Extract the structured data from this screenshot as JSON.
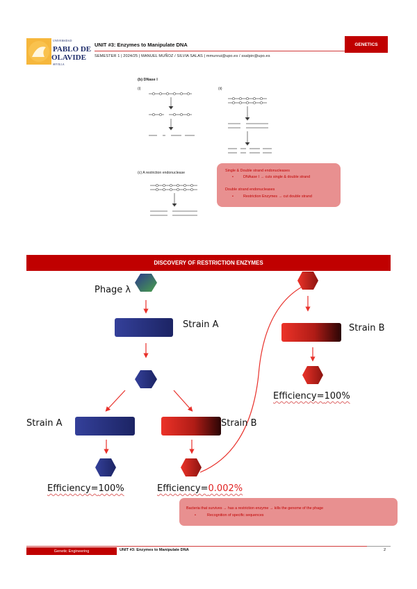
{
  "header": {
    "logo_text": [
      "UNIVERSIDAD",
      "PABLO DE",
      "OLAVIDE",
      "SEVILLA"
    ],
    "unit_title": "UNIT #3: Enzymes to Manipulate DNA",
    "subtitle": "SEMESTER 1 | 2024/25 | MANUEL MUÑOZ / SILVIA SALAS | mmunrui@upo.es / ssalpin@upo.es",
    "badge": "GENETICS"
  },
  "figure": {
    "panel_b_title": "(b) DNase I",
    "panel_b_i": "(i)",
    "panel_b_ii": "(ii)",
    "panel_c_title": "(c) A restriction endonuclease",
    "callout": {
      "heading1": "Single & Double strand endonucleases",
      "bullet1": "DNAase I → cuts single & double strand",
      "heading2": "Double strand endonucleases",
      "bullet2": "Restriction Enzymes → cut double strand"
    }
  },
  "section_title": "DISCOVERY OF RESTRICTION ENZYMES",
  "diagram": {
    "phage_label": "Phage λ",
    "strain_a_label": "Strain A",
    "strain_b_label": "Strain B",
    "left_strain_a_label": "Strain A",
    "left_strain_b_label": "Strain B",
    "eff_prefix": "Efficiency=",
    "eff_a": "100%",
    "eff_b": "0.002%",
    "eff_right": "100%",
    "colors": {
      "blue": "#2b3590",
      "red": "#e8302a",
      "green": "#3e8a4a",
      "arrow": "#e8302a"
    }
  },
  "callout2": {
    "line1": "Bacteria that survives → has a restriction enzyme → kills the genome of the phage",
    "bullet": "Recognition of specific sequences"
  },
  "footer": {
    "course": "Genetic Engineering",
    "unit": "UNIT #3: Enzymes to Manipulate DNA",
    "page": "2"
  }
}
